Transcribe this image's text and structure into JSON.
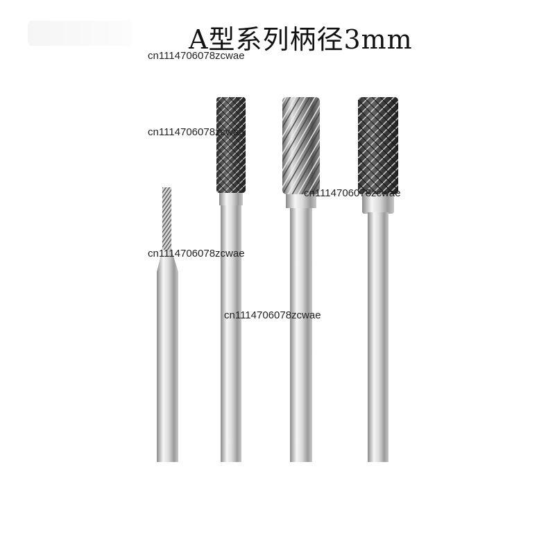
{
  "title": "A型系列柄径3mm",
  "watermarks": [
    "cn1114706078zcwae",
    "cn1114706078zcwae",
    "cn1114706078zcwae",
    "cn1114706078zcwae",
    "cn1114706078zcwae"
  ],
  "product": {
    "items": [
      {
        "name": "burr-1-small"
      },
      {
        "name": "burr-2-double-cut"
      },
      {
        "name": "burr-3-single-cut"
      },
      {
        "name": "burr-4-double-cut-large"
      }
    ],
    "colors": {
      "shank_light": "#f4f4f4",
      "shank_dark": "#7a7a7a",
      "head_dark": "#3a3a3a",
      "head_light": "#c8c8c8"
    }
  }
}
